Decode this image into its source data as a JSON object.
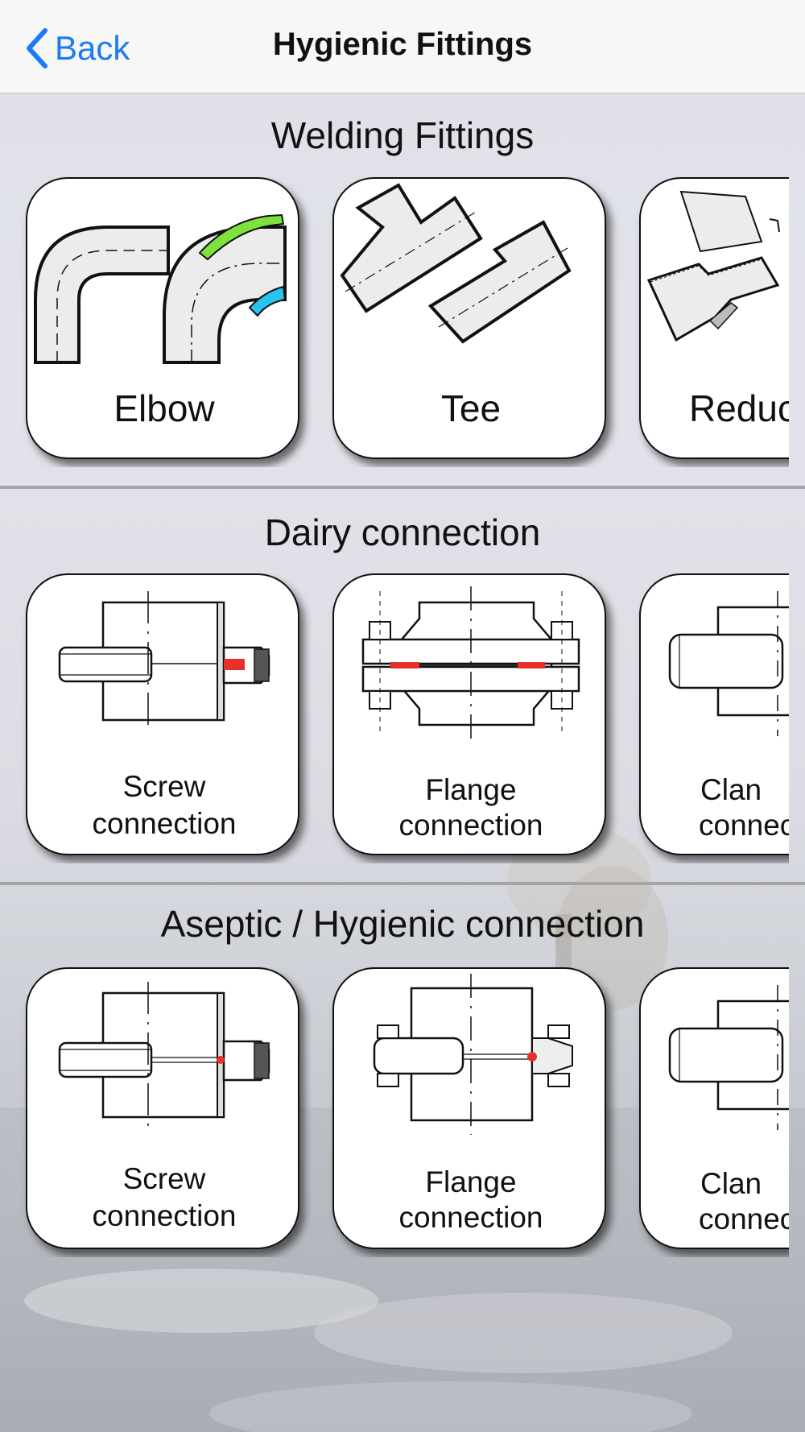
{
  "navbar": {
    "back_label": "Back",
    "title": "Hygienic Fittings"
  },
  "sections": [
    {
      "title": "Welding Fittings",
      "tiles": [
        "Elbow",
        "Tee",
        "Reduc"
      ]
    },
    {
      "title": "Dairy connection",
      "tiles": [
        {
          "line1": "Screw",
          "line2": "connection"
        },
        {
          "line1": "Flange",
          "line2": "connection"
        },
        {
          "line1": "Clan",
          "line2": "connec"
        }
      ]
    },
    {
      "title": "Aseptic / Hygienic connection",
      "tiles": [
        {
          "line1": "Screw",
          "line2": "connection"
        },
        {
          "line1": "Flange",
          "line2": "connection"
        },
        {
          "line1": "Clan",
          "line2": "connec"
        }
      ]
    }
  ],
  "colors": {
    "accent": "#1a7af8",
    "green_arrow": "#7ee23c",
    "cyan_arrow": "#29c3f0",
    "seal_red": "#e8302a"
  },
  "icons": [
    "chevron-left-icon",
    "elbow-drawing-icon",
    "tee-drawing-icon",
    "reducer-drawing-icon",
    "screw-connection-drawing-icon",
    "flange-connection-drawing-icon",
    "clamp-connection-drawing-icon"
  ]
}
